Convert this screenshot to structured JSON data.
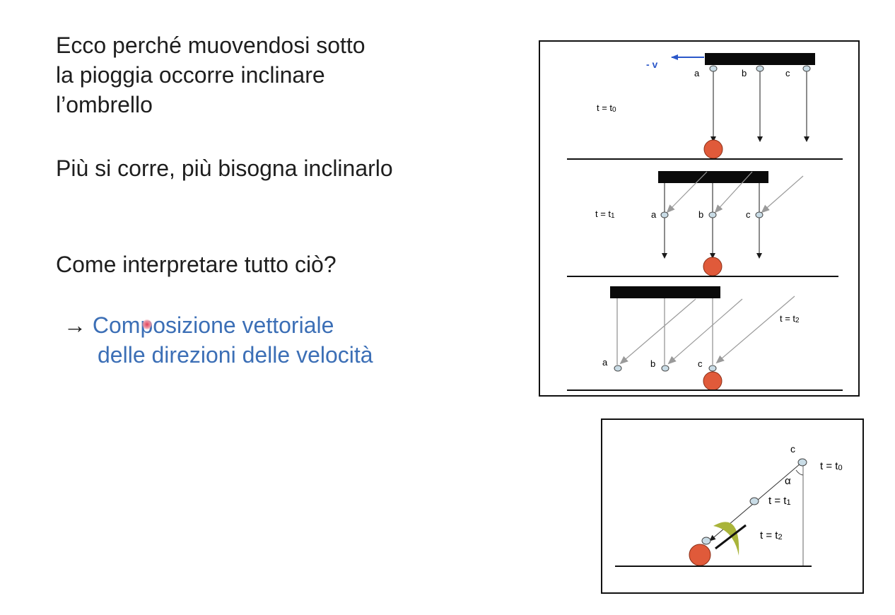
{
  "intro": {
    "line1": "Ecco perché muovendosi sotto",
    "line2": "la pioggia occorre inclinare",
    "line3": "l’ombrello"
  },
  "statement": "Più si corre, più bisogna inclinarlo",
  "question": "Come interpretare tutto ciò?",
  "answer": {
    "arrow": "→",
    "line1": "Composizione vettoriale",
    "line2": "delle direzioni delle velocità"
  },
  "diagram_top": {
    "velocity_label": "- v",
    "drop_labels": [
      "a",
      "b",
      "c"
    ],
    "time_t0": "t = t",
    "sub0": "0",
    "time_t1": "t = t",
    "sub1": "1",
    "time_t2": "t = t",
    "sub2": "2"
  },
  "diagram_bottom": {
    "drop_label": "c",
    "angle_label": "α",
    "time_t0": "t = t",
    "sub0": "0",
    "time_t1": "t = t",
    "sub1": "1",
    "time_t2": "t = t",
    "sub2": "2"
  },
  "colors": {
    "text": "#1e1e1e",
    "accent_blue": "#3c6fb6",
    "ball": "#e05a3a",
    "drop_fill": "#c9dce6",
    "umbrella": "#a9b43a"
  }
}
